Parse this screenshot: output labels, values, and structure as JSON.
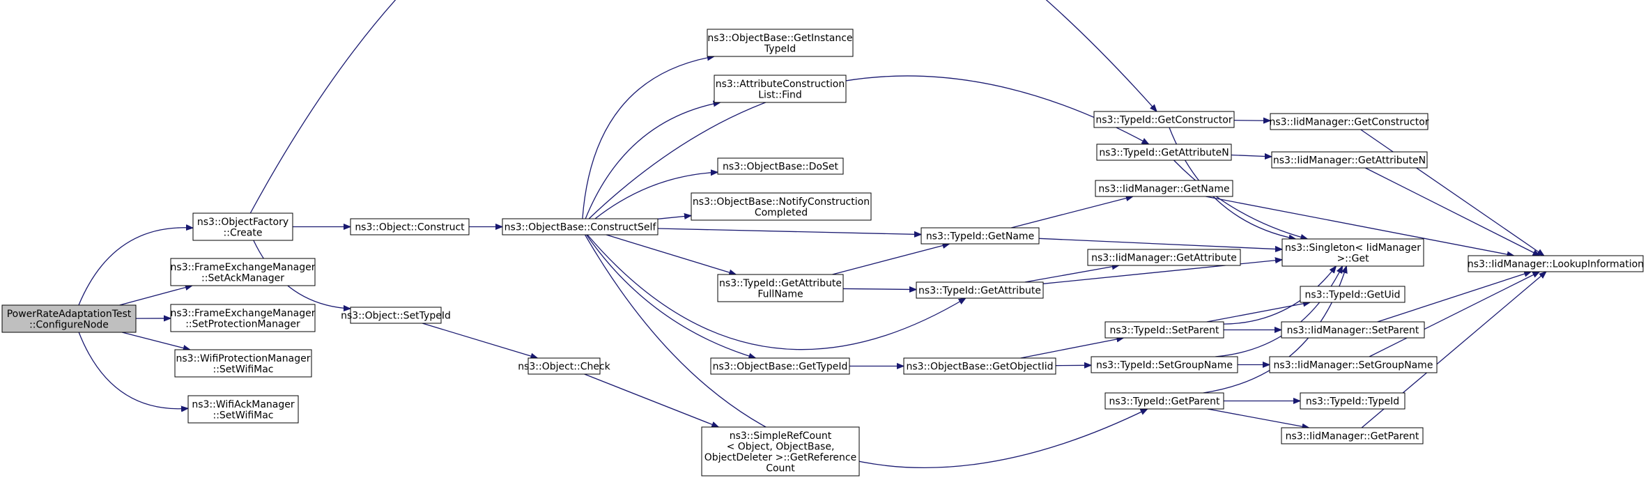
{
  "colors": {
    "edge": "#191970",
    "node_border": "#000000",
    "node_fill": "#ffffff",
    "root_fill": "#bfbfbf",
    "text": "#000000"
  },
  "nodes": {
    "root": {
      "lines": [
        "PowerRateAdaptationTest",
        "::ConfigureNode"
      ]
    },
    "objectfactory_create": {
      "lines": [
        "ns3::ObjectFactory",
        "::Create"
      ]
    },
    "fem_setackmanager": {
      "lines": [
        "ns3::FrameExchangeManager",
        "::SetAckManager"
      ]
    },
    "fem_setprotectionmanager": {
      "lines": [
        "ns3::FrameExchangeManager",
        "::SetProtectionManager"
      ]
    },
    "wpm_setwifimac": {
      "lines": [
        "ns3::WifiProtectionManager",
        "::SetWifiMac"
      ]
    },
    "wam_setwifimac": {
      "lines": [
        "ns3::WifiAckManager",
        "::SetWifiMac"
      ]
    },
    "object_construct": {
      "lines": [
        "ns3::Object::Construct"
      ]
    },
    "object_settypeid": {
      "lines": [
        "ns3::Object::SetTypeId"
      ]
    },
    "object_check": {
      "lines": [
        "ns3::Object::Check"
      ]
    },
    "objectbase_constructself": {
      "lines": [
        "ns3::ObjectBase::ConstructSelf"
      ]
    },
    "objectbase_getinstancetypeid": {
      "lines": [
        "ns3::ObjectBase::GetInstance",
        "TypeId"
      ]
    },
    "acl_find": {
      "lines": [
        "ns3::AttributeConstruction",
        "List::Find"
      ]
    },
    "objectbase_doset": {
      "lines": [
        "ns3::ObjectBase::DoSet"
      ]
    },
    "objectbase_notifyconstructioncompleted": {
      "lines": [
        "ns3::ObjectBase::NotifyConstruction",
        "Completed"
      ]
    },
    "typeid_getattributefullname": {
      "lines": [
        "ns3::TypeId::GetAttribute",
        "FullName"
      ]
    },
    "objectbase_gettypeid": {
      "lines": [
        "ns3::ObjectBase::GetTypeId"
      ]
    },
    "simplerefcount_getreferencecount": {
      "lines": [
        "ns3::SimpleRefCount",
        "< Object, ObjectBase,",
        "ObjectDeleter >::GetReference",
        "Count"
      ]
    },
    "typeid_getconstructor": {
      "lines": [
        "ns3::TypeId::GetConstructor"
      ]
    },
    "typeid_getattributen": {
      "lines": [
        "ns3::TypeId::GetAttributeN"
      ]
    },
    "iidmanager_getname": {
      "lines": [
        "ns3::IidManager::GetName"
      ]
    },
    "typeid_getname": {
      "lines": [
        "ns3::TypeId::GetName"
      ]
    },
    "iidmanager_getattribute": {
      "lines": [
        "ns3::IidManager::GetAttribute"
      ]
    },
    "typeid_getattribute": {
      "lines": [
        "ns3::TypeId::GetAttribute"
      ]
    },
    "objectbase_getobjectiid": {
      "lines": [
        "ns3::ObjectBase::GetObjectIid"
      ]
    },
    "typeid_setparent": {
      "lines": [
        "ns3::TypeId::SetParent"
      ]
    },
    "typeid_setgroupname": {
      "lines": [
        "ns3::TypeId::SetGroupName"
      ]
    },
    "typeid_getparent": {
      "lines": [
        "ns3::TypeId::GetParent"
      ]
    },
    "iidmanager_getconstructor": {
      "lines": [
        "ns3::IidManager::GetConstructor"
      ]
    },
    "iidmanager_getattributen": {
      "lines": [
        "ns3::IidManager::GetAttributeN"
      ]
    },
    "singleton_get": {
      "lines": [
        "ns3::Singleton< IidManager",
        " >::Get"
      ]
    },
    "typeid_getuid": {
      "lines": [
        "ns3::TypeId::GetUid"
      ]
    },
    "iidmanager_setparent": {
      "lines": [
        "ns3::IidManager::SetParent"
      ]
    },
    "iidmanager_setgroupname": {
      "lines": [
        "ns3::IidManager::SetGroupName"
      ]
    },
    "typeid_typeid": {
      "lines": [
        "ns3::TypeId::TypeId"
      ]
    },
    "iidmanager_getparent": {
      "lines": [
        "ns3::IidManager::GetParent"
      ]
    },
    "iidmanager_lookupinformation": {
      "lines": [
        "ns3::IidManager::LookupInformation"
      ]
    }
  }
}
